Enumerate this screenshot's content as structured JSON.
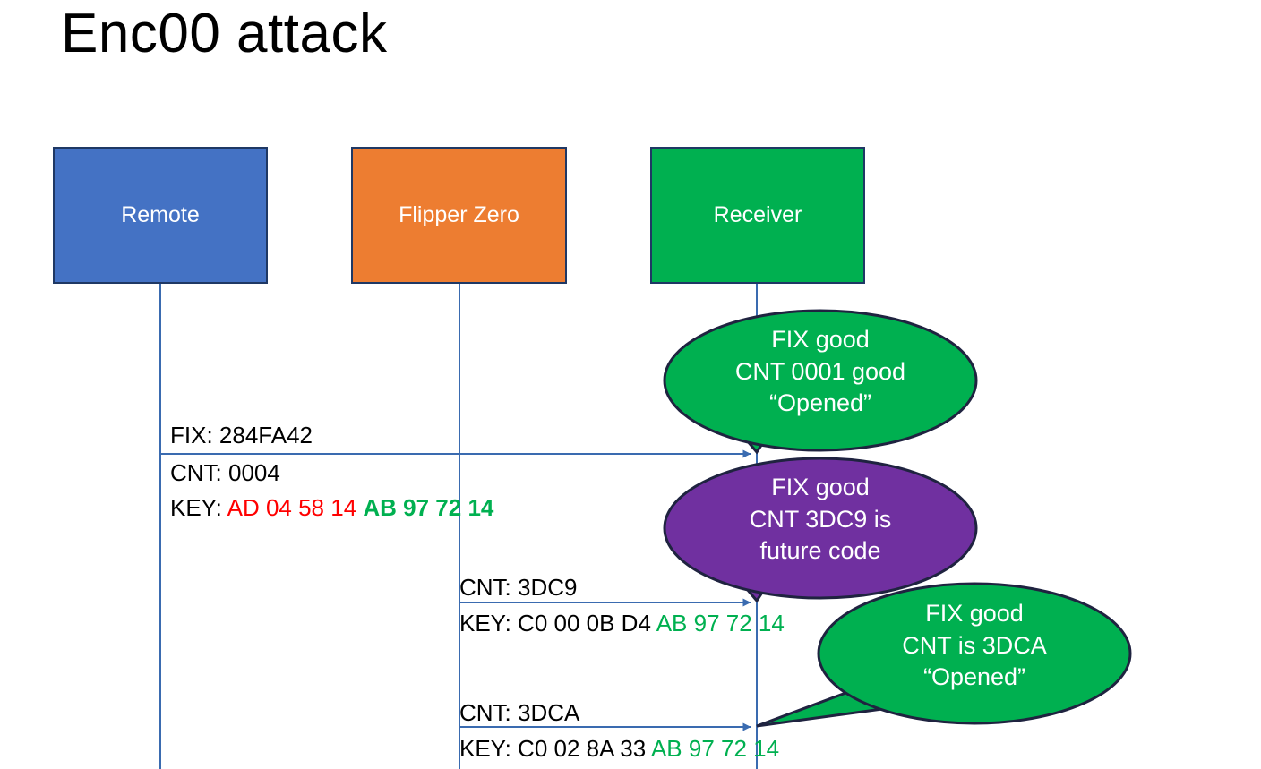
{
  "slide": {
    "title": "Enc00 attack"
  },
  "actors": [
    {
      "id": "remote",
      "label": "Remote",
      "color": "#4472C4"
    },
    {
      "id": "flipper",
      "label": "Flipper Zero",
      "color": "#ED7D31"
    },
    {
      "id": "receiver",
      "label": "Receiver",
      "color": "#00B050"
    }
  ],
  "messages": [
    {
      "id": "m1",
      "from": "remote",
      "to": "receiver",
      "fix": "FIX: 284FA42",
      "cnt": "CNT: 0004",
      "key_prefix": "KEY: ",
      "key_part1": "AD 04 58 14 ",
      "key_part2": "AB 97 72 14",
      "key_part1_color": "#FF0000",
      "key_part2_color": "#00B050"
    },
    {
      "id": "m2",
      "from": "flipper",
      "to": "receiver",
      "cnt": "CNT: 3DC9",
      "key_prefix": "KEY: C0 00 0B D4 ",
      "key_part2": "AB 97 72 14",
      "key_part2_color": "#00B050"
    },
    {
      "id": "m3",
      "from": "flipper",
      "to": "receiver",
      "cnt": "CNT: 3DCA",
      "key_prefix": "KEY: C0 02 8A 33 ",
      "key_part2": "AB 97 72 14",
      "key_part2_color": "#00B050"
    }
  ],
  "callouts": [
    {
      "id": "c1",
      "color": "#00B050",
      "line1": "FIX good",
      "line2": "CNT 0001 good",
      "line3": "“Opened”"
    },
    {
      "id": "c2",
      "color": "#7030A0",
      "line1": "FIX good",
      "line2": "CNT 3DC9 is",
      "line3": "future code"
    },
    {
      "id": "c3",
      "color": "#00B050",
      "line1": "FIX good",
      "line2": "CNT is 3DCA",
      "line3": "“Opened”"
    }
  ],
  "colors": {
    "lifeline": "#3A6BB0",
    "box_border": "#1f3864",
    "bubble_border": "#1f2340",
    "red": "#FF0000",
    "green": "#00B050",
    "purple": "#7030A0"
  }
}
